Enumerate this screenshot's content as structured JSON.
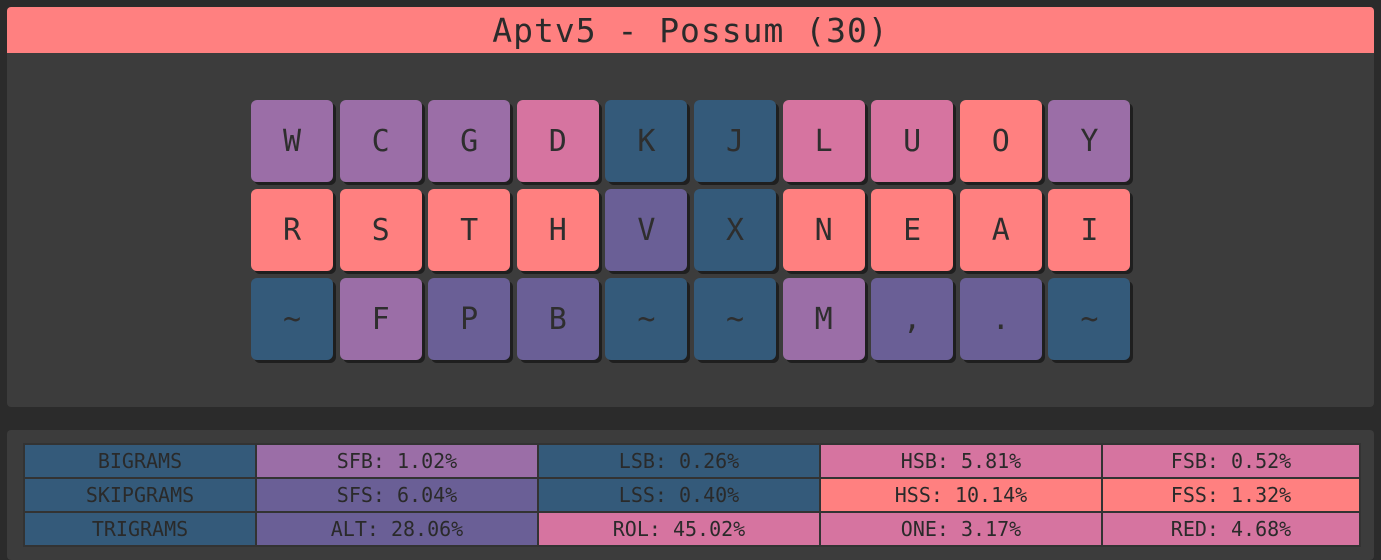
{
  "title": "Aptv5 - Possum (30)",
  "colors": {
    "pinky": "#9b6ea7",
    "ring": "#d674a0",
    "middle": "#ff8080",
    "index": "#6a5f96",
    "thumb_dark": "#345a7a"
  },
  "keyboard": {
    "rows": [
      [
        {
          "label": "W",
          "color": "#9b6ea7"
        },
        {
          "label": "C",
          "color": "#9b6ea7"
        },
        {
          "label": "G",
          "color": "#9b6ea7"
        },
        {
          "label": "D",
          "color": "#d674a0"
        },
        {
          "label": "K",
          "color": "#345a7a"
        },
        {
          "label": "J",
          "color": "#345a7a"
        },
        {
          "label": "L",
          "color": "#d674a0"
        },
        {
          "label": "U",
          "color": "#d674a0"
        },
        {
          "label": "O",
          "color": "#ff8080"
        },
        {
          "label": "Y",
          "color": "#9b6ea7"
        }
      ],
      [
        {
          "label": "R",
          "color": "#ff8080"
        },
        {
          "label": "S",
          "color": "#ff8080"
        },
        {
          "label": "T",
          "color": "#ff8080"
        },
        {
          "label": "H",
          "color": "#ff8080"
        },
        {
          "label": "V",
          "color": "#6a5f96"
        },
        {
          "label": "X",
          "color": "#345a7a"
        },
        {
          "label": "N",
          "color": "#ff8080"
        },
        {
          "label": "E",
          "color": "#ff8080"
        },
        {
          "label": "A",
          "color": "#ff8080"
        },
        {
          "label": "I",
          "color": "#ff8080"
        }
      ],
      [
        {
          "label": "~",
          "color": "#345a7a"
        },
        {
          "label": "F",
          "color": "#9b6ea7"
        },
        {
          "label": "P",
          "color": "#6a5f96"
        },
        {
          "label": "B",
          "color": "#6a5f96"
        },
        {
          "label": "~",
          "color": "#345a7a"
        },
        {
          "label": "~",
          "color": "#345a7a"
        },
        {
          "label": "M",
          "color": "#9b6ea7"
        },
        {
          "label": ",",
          "color": "#6a5f96"
        },
        {
          "label": ".",
          "color": "#6a5f96"
        },
        {
          "label": "~",
          "color": "#345a7a"
        }
      ]
    ]
  },
  "stats": {
    "rows": [
      {
        "header": "BIGRAMS",
        "cells": [
          {
            "text": "SFB: 1.02%",
            "color": "#9b6ea7"
          },
          {
            "text": "LSB: 0.26%",
            "color": "#345a7a"
          },
          {
            "text": "HSB: 5.81%",
            "color": "#d674a0"
          },
          {
            "text": "FSB: 0.52%",
            "color": "#d674a0"
          }
        ]
      },
      {
        "header": "SKIPGRAMS",
        "cells": [
          {
            "text": "SFS: 6.04%",
            "color": "#6a5f96"
          },
          {
            "text": "LSS: 0.40%",
            "color": "#345a7a"
          },
          {
            "text": "HSS: 10.14%",
            "color": "#ff8080"
          },
          {
            "text": "FSS: 1.32%",
            "color": "#ff8080"
          }
        ]
      },
      {
        "header": "TRIGRAMS",
        "cells": [
          {
            "text": "ALT: 28.06%",
            "color": "#6a5f96"
          },
          {
            "text": "ROL: 45.02%",
            "color": "#d674a0"
          },
          {
            "text": "ONE: 3.17%",
            "color": "#d674a0"
          },
          {
            "text": "RED: 4.68%",
            "color": "#d674a0"
          }
        ]
      }
    ]
  }
}
